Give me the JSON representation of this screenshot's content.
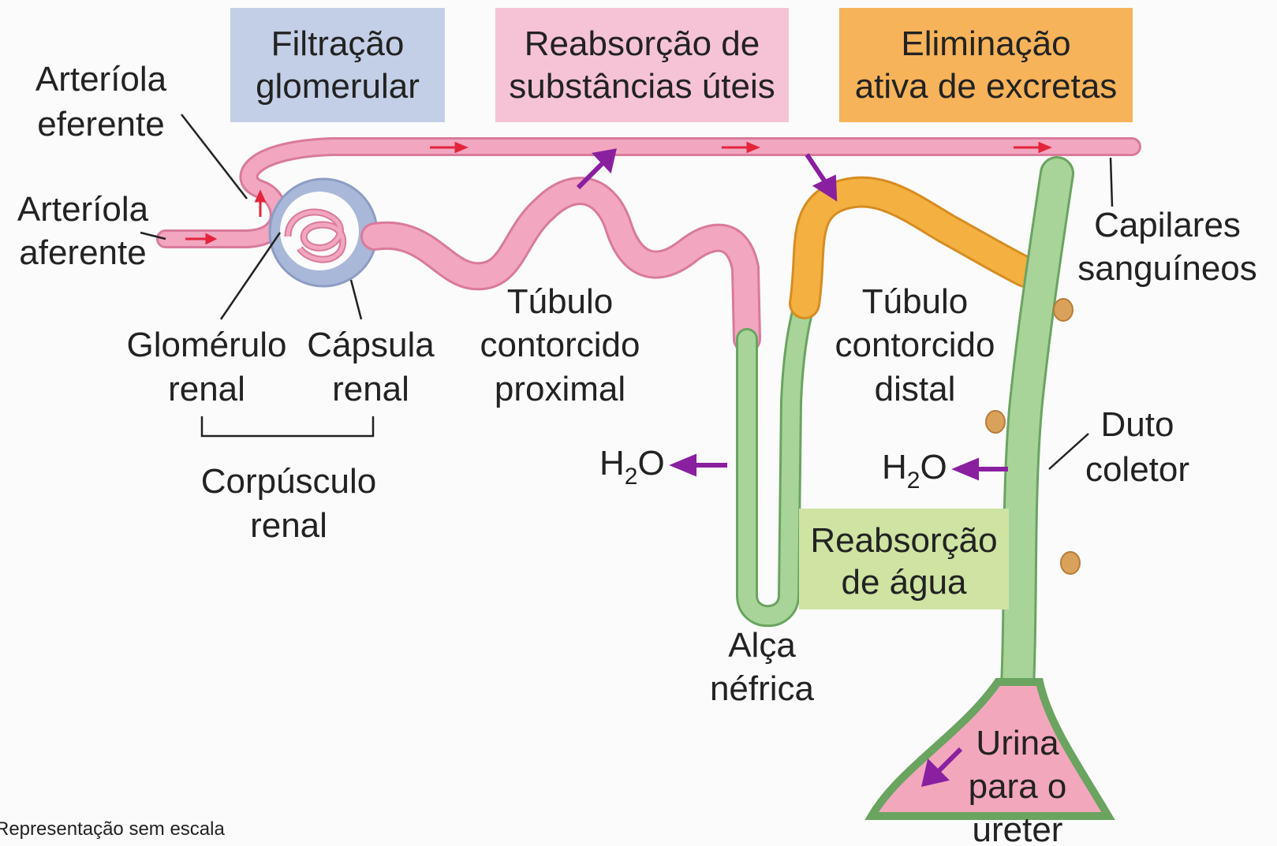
{
  "boxes": {
    "filtration": {
      "line1": "Filtração",
      "line2": "glomerular",
      "color": "#c3cfe6"
    },
    "reabsorption_useful": {
      "line1": "Reabsorção de",
      "line2": "substâncias úteis",
      "color": "#f6c3d6"
    },
    "elimination": {
      "line1": "Eliminação",
      "line2": "ativa de excretas",
      "color": "#f7b35a"
    },
    "water_reabsorption": {
      "line1": "Reabsorção",
      "line2": "de água",
      "color": "#cfe3a2"
    }
  },
  "labels": {
    "efferent": {
      "line1": "Arteríola",
      "line2": "eferente"
    },
    "afferent": {
      "line1": "Arteríola",
      "line2": "aferente"
    },
    "glomerulus": {
      "line1": "Glomérulo",
      "line2": "renal"
    },
    "capsule": {
      "line1": "Cápsula",
      "line2": "renal"
    },
    "corpuscle": {
      "line1": "Corpúsculo",
      "line2": "renal"
    },
    "proximal": {
      "line1": "Túbulo",
      "line2": "contorcido",
      "line3": "proximal"
    },
    "distal": {
      "line1": "Túbulo",
      "line2": "contorcido",
      "line3": "distal"
    },
    "capillaries": {
      "line1": "Capilares",
      "line2": "sanguíneos"
    },
    "collecting_duct": {
      "line1": "Duto",
      "line2": "coletor"
    },
    "loop": {
      "line1": "Alça",
      "line2": "néfrica"
    },
    "urine": {
      "line1": "Urina",
      "line2": "para o",
      "line3": "ureter"
    },
    "water_left": {
      "main": "H",
      "sub": "2",
      "end": "O"
    },
    "water_right": {
      "main": "H",
      "sub": "2",
      "end": "O"
    }
  },
  "caption": "Representação sem escala",
  "colors": {
    "vessel": "#f2a6c0",
    "vessel_edge": "#d97a9c",
    "capsule": "#a9b8d9",
    "tubule_green": "#a8d49a",
    "tubule_green_edge": "#6aa460",
    "tubule_orange": "#f4b041",
    "arrow_purple": "#8a1fa0",
    "arrow_red": "#e3243b"
  }
}
